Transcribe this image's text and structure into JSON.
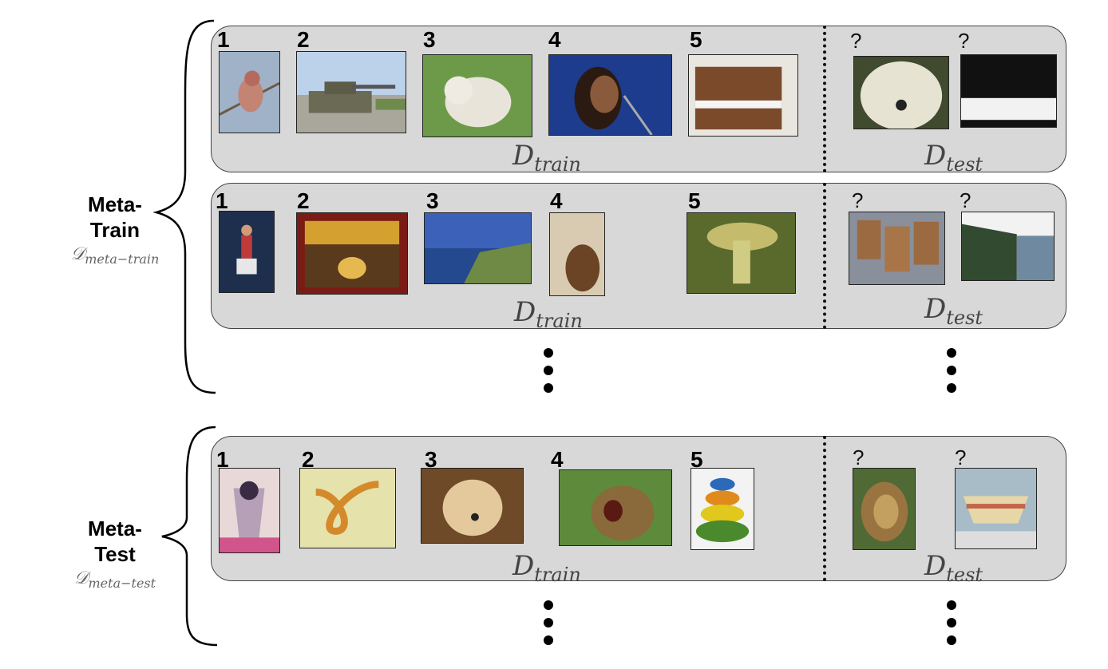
{
  "meta_train": {
    "title_line1": "Meta-",
    "title_line2": "Train",
    "symbol_main": "𝒟",
    "symbol_sub": "meta−train"
  },
  "meta_test": {
    "title_line1": "Meta-",
    "title_line2": "Test",
    "symbol_main": "𝒟",
    "symbol_sub": "meta−test"
  },
  "d_train": {
    "main": "D",
    "sub": "train"
  },
  "d_test": {
    "main": "D",
    "sub": "test"
  },
  "class_numbers": [
    "1",
    "2",
    "3",
    "4",
    "5"
  ],
  "query_mark": "?",
  "episodes": [
    {
      "train_images": [
        "bird-photo",
        "tank-photo",
        "white-dog-photo",
        "singer-photo",
        "piano-photo"
      ],
      "test_images": [
        "komondor-dog-photo",
        "piano-keys-photo"
      ]
    },
    {
      "train_images": [
        "gymnast-photo",
        "carousel-photo",
        "cliff-photo",
        "barrel-photo",
        "mushroom-photo"
      ],
      "test_images": [
        "barrels-photo",
        "cliffs-photo"
      ]
    },
    {
      "train_images": [
        "trifle-photo",
        "worm-photo",
        "golden-retriever-photo",
        "lion-roaring-photo",
        "bowls-photo"
      ],
      "test_images": [
        "lion-photo",
        "bowl-photo"
      ]
    }
  ]
}
